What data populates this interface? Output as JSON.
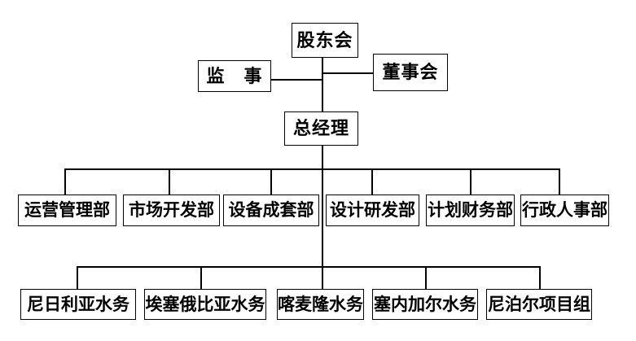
{
  "org_chart": {
    "type": "org-tree",
    "colors": {
      "line": "#000000",
      "box_border": "#000000",
      "box_background": "#ffffff",
      "text": "#000000",
      "page_background": "#ffffff"
    },
    "nodes": {
      "shareholders": "股东会",
      "supervisor": "监　事",
      "board": "董事会",
      "general_manager": "总经理"
    },
    "departments": [
      "运营管理部",
      "市场开发部",
      "设备成套部",
      "设计研发部",
      "计划财务部",
      "行政人事部"
    ],
    "overseas_units": [
      "尼日利亚水务",
      "埃塞俄比亚水务",
      "喀麦隆水务",
      "塞内加尔水务",
      "尼泊尔项目组"
    ],
    "structure": {
      "股东会": [
        "监　事",
        "董事会",
        "总经理"
      ],
      "总经理": [
        "运营管理部",
        "市场开发部",
        "设备成套部",
        "设计研发部",
        "计划财务部",
        "行政人事部"
      ],
      "总经理下属项目": [
        "尼日利亚水务",
        "埃塞俄比亚水务",
        "喀麦隆水务",
        "塞内加尔水务",
        "尼泊尔项目组"
      ]
    }
  }
}
